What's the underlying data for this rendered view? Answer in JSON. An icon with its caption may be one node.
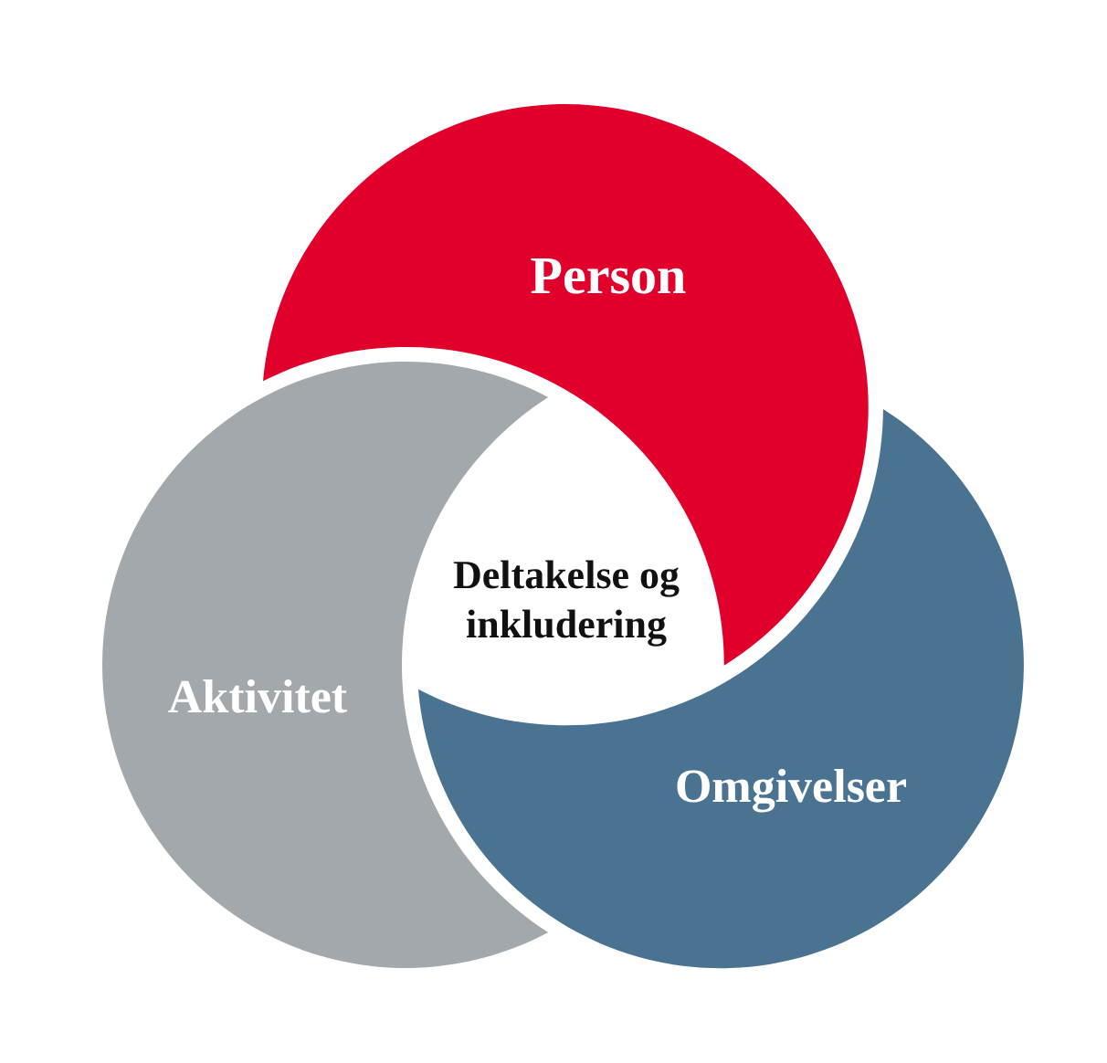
{
  "diagram": {
    "nodes": [
      {
        "text": [
          "Person"
        ]
      },
      {
        "text": [
          "Deltakelse og inkludering"
        ]
      },
      {
        "text": [
          "Aktivitet"
        ]
      },
      {
        "text": [
          "Omgivelser"
        ]
      }
    ]
  }
}
